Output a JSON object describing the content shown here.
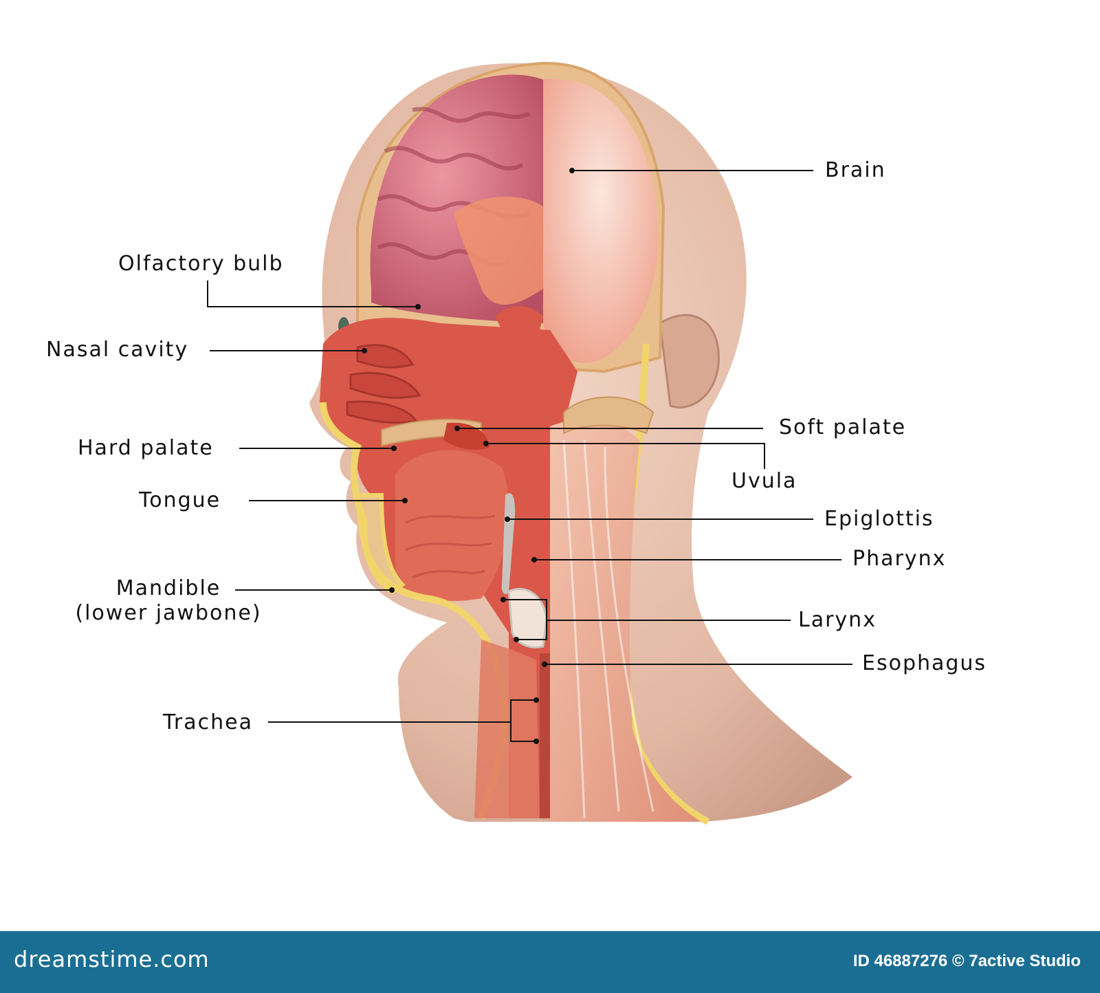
{
  "labels": {
    "brain": "Brain",
    "olfactory_bulb": "Olfactory bulb",
    "nasal_cavity": "Nasal cavity",
    "soft_palate": "Soft palate",
    "hard_palate": "Hard palate",
    "uvula": "Uvula",
    "tongue": "Tongue",
    "epiglottis": "Epiglottis",
    "pharynx": "Pharynx",
    "mandible_line1": "Mandible",
    "mandible_line2": "(lower jawbone)",
    "larynx": "Larynx",
    "esophagus": "Esophagus",
    "trachea": "Trachea"
  },
  "footer": {
    "logo": "dreamstime.com",
    "credit": "ID 46887276 © 7active Studio"
  },
  "colors": {
    "skin": "#e8c2ae",
    "brain_pink": "#d9707f",
    "brain_white": "#f3c8b8",
    "tissue_red": "#d9584a",
    "bone": "#e4b98a",
    "fat_yellow": "#f1d56a",
    "footer_blue": "#1b6e93"
  }
}
